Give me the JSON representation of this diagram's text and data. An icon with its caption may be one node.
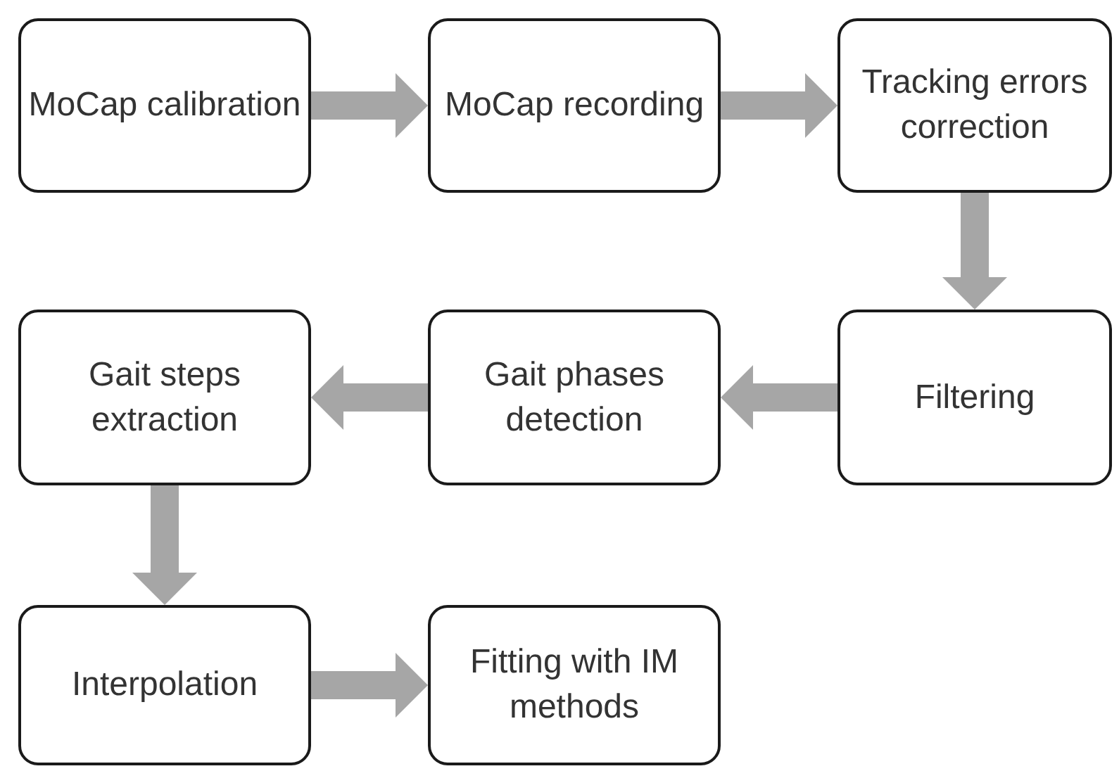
{
  "diagram": {
    "nodes": [
      {
        "text": [
          "MoCap calibration"
        ]
      },
      {
        "text": [
          "MoCap recording"
        ]
      },
      {
        "text": [
          "Tracking errors correction"
        ]
      },
      {
        "text": [
          "Gait steps extraction"
        ]
      },
      {
        "text": [
          "Gait phases detection"
        ]
      },
      {
        "text": [
          "Filtering"
        ]
      },
      {
        "text": [
          "Interpolation"
        ]
      },
      {
        "text": [
          "Fitting with IM methods"
        ]
      }
    ],
    "edges": [
      {
        "from": 0,
        "to": 1,
        "arrow": "to"
      },
      {
        "from": 1,
        "to": 2,
        "arrow": "to"
      },
      {
        "from": 2,
        "to": 5,
        "arrow": "to"
      },
      {
        "from": 5,
        "to": 4,
        "arrow": "to"
      },
      {
        "from": 4,
        "to": 3,
        "arrow": "to"
      },
      {
        "from": 3,
        "to": 6,
        "arrow": "to"
      },
      {
        "from": 6,
        "to": 7,
        "arrow": "to"
      }
    ]
  }
}
